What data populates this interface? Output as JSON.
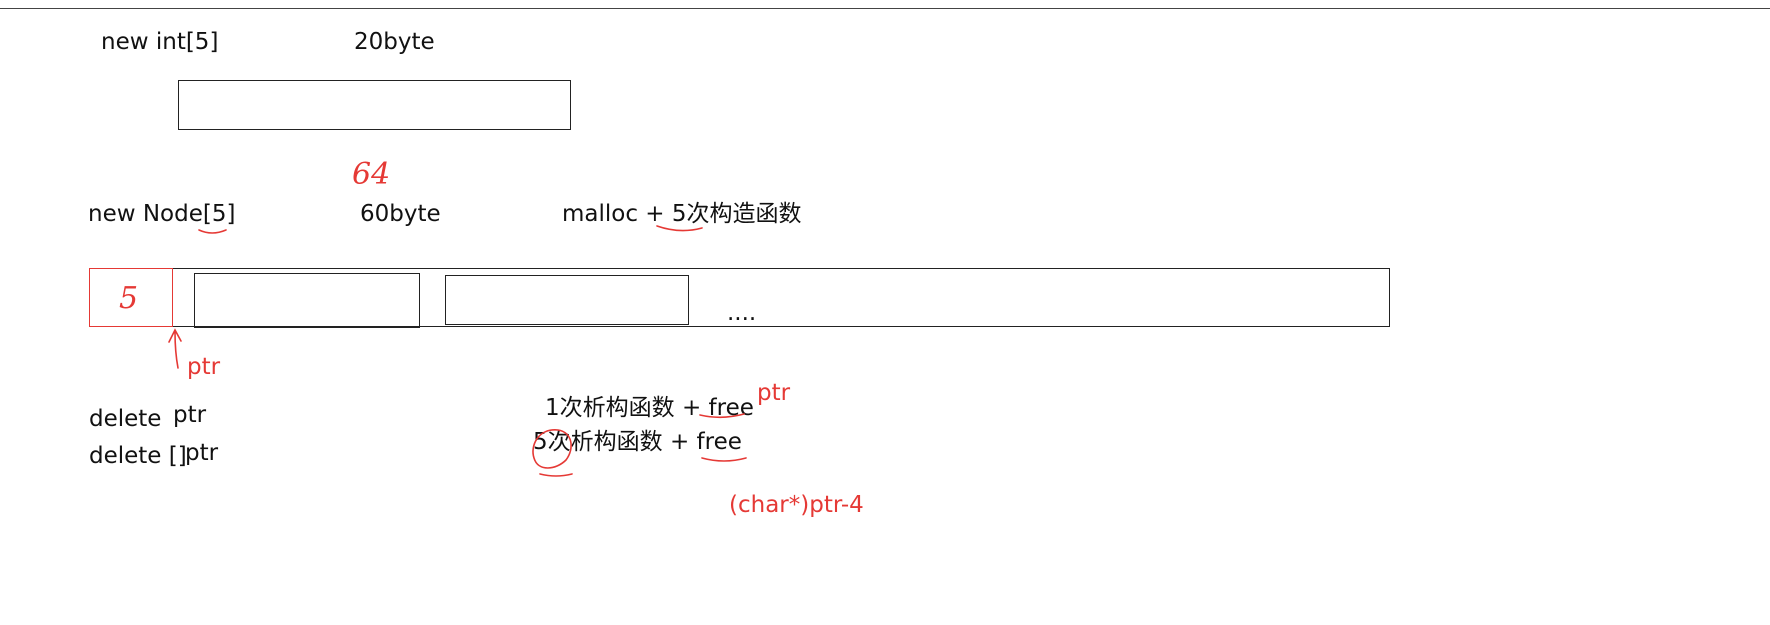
{
  "row1": {
    "expr": "new int[5]",
    "size": "20byte"
  },
  "row2": {
    "expr": "new Node[5]",
    "size": "60byte",
    "size_handwritten": "64",
    "alloc": "malloc + 5次构造函数",
    "count_cell": "5",
    "ellipsis": "....",
    "ptr_label": "ptr"
  },
  "deletes": [
    {
      "keyword": "delete",
      "arg": "ptr",
      "effect": "1次析构函数 + free"
    },
    {
      "keyword": "delete []",
      "arg": "ptr",
      "effect": "5次析构函数 + free"
    }
  ],
  "notes": {
    "ptr_note": "ptr",
    "offset_expr": "(char*)ptr-4"
  },
  "colors": {
    "annotation": "#e53935",
    "ink": "#111111"
  }
}
